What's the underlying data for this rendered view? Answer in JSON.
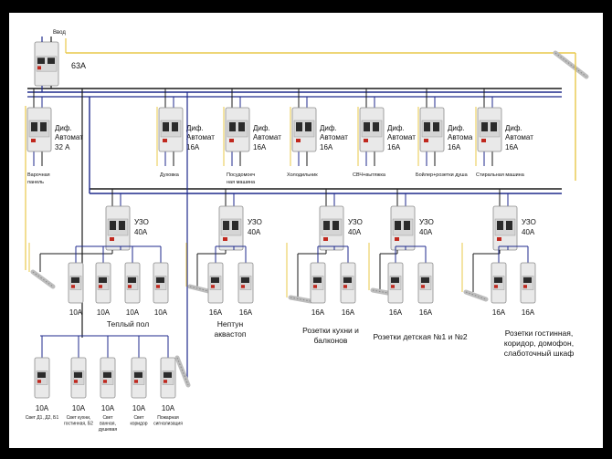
{
  "input": {
    "label": "Ввод",
    "rating": "63А"
  },
  "top_breakers": [
    {
      "line1": "Диф.",
      "line2": "Автомат",
      "line3": "32 А",
      "caption": [
        "Варочная",
        "панель"
      ]
    },
    {
      "line1": "Диф.",
      "line2": "Автомат",
      "line3": "16А",
      "caption": [
        "Духовка"
      ]
    },
    {
      "line1": "Диф.",
      "line2": "Автомат",
      "line3": "16А",
      "caption": [
        "Посудомоеч",
        "ная машина"
      ]
    },
    {
      "line1": "Диф.",
      "line2": "Автомат",
      "line3": "16А",
      "caption": [
        "Холодильник"
      ]
    },
    {
      "line1": "Диф.",
      "line2": "Автомат",
      "line3": "16А",
      "caption": [
        "СВЧ+вытяжка"
      ]
    },
    {
      "line1": "Диф.",
      "line2": "Автома",
      "line3": "16А",
      "caption": [
        "Бойлер+розетки душа"
      ]
    },
    {
      "line1": "Диф.",
      "line2": "Автомат",
      "line3": "16А",
      "caption": [
        "Стиральная машина"
      ]
    }
  ],
  "uzo_groups": [
    {
      "uzo": "УЗО",
      "rating": "40А",
      "breakers": [
        "10А",
        "10А",
        "10А",
        "10А"
      ],
      "caption": [
        "Теплый пол"
      ]
    },
    {
      "uzo": "УЗО",
      "rating": "40А",
      "breakers": [
        "16А",
        "16А"
      ],
      "caption": [
        "Нептун",
        "аквастоп"
      ]
    },
    {
      "uzo": "УЗО",
      "rating": "40А",
      "breakers": [
        "16А",
        "16А"
      ],
      "caption": [
        "Розетки кухни и",
        "балконов"
      ]
    },
    {
      "uzo": "УЗО",
      "rating": "40А",
      "breakers": [
        "16А",
        "16А"
      ],
      "caption": [
        "Розетки детская №1 и №2"
      ]
    },
    {
      "uzo": "УЗО",
      "rating": "40А",
      "breakers": [
        "16А",
        "16А"
      ],
      "caption": [
        "Розетки гостинная,",
        "коридор, домофон,",
        "слаботочный шкаф"
      ]
    }
  ],
  "lighting": [
    {
      "rating": "10А",
      "caption": [
        "Свет Д1, Д2, Б1"
      ]
    },
    {
      "rating": "10А",
      "caption": [
        "Свет кухни,",
        "гостинная, Б2"
      ]
    },
    {
      "rating": "10А",
      "caption": [
        "Свет",
        "ванная,",
        "душевая"
      ]
    },
    {
      "rating": "10А",
      "caption": [
        "Свет",
        "коридор"
      ]
    },
    {
      "rating": "10А",
      "caption": [
        "Пожарная",
        "сигнализация"
      ]
    }
  ],
  "colors": {
    "phase": "#1f2a8c",
    "neutral": "#1a1a1a",
    "ground": "#e8c84a",
    "breaker": "#e9e9e9",
    "handle": "#c0281e"
  }
}
